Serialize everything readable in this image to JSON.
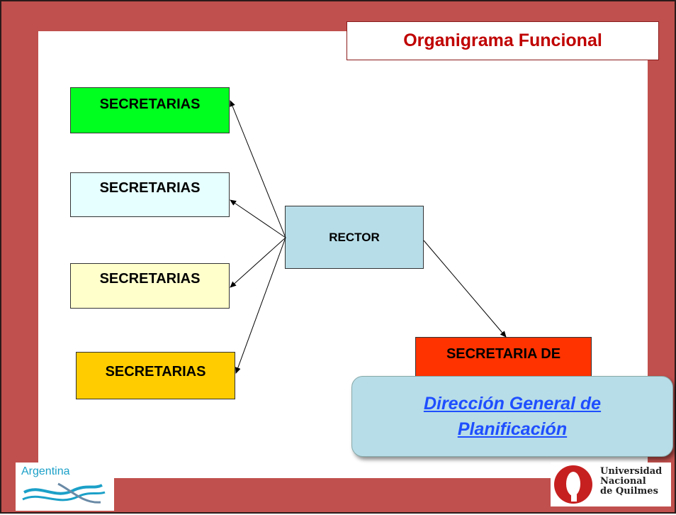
{
  "slide": {
    "title": "Organigrama Funcional"
  },
  "nodes": {
    "secretarias_1": "SECRETARIAS",
    "secretarias_2": "SECRETARIAS",
    "secretarias_3": "SECRETARIAS",
    "secretarias_4": "SECRETARIAS",
    "rector": "RECTOR",
    "secretaria_de": "SECRETARIA DE"
  },
  "callout": {
    "line1": "Dirección General de",
    "line2": "Planificación"
  },
  "logos": {
    "argentina": "Argentina",
    "unq_line1": "Universidad",
    "unq_line2": "Nacional",
    "unq_line3": "de Quilmes"
  },
  "colors": {
    "background": "#c0504d",
    "title_text": "#c00000",
    "sec1": "#00ff1f",
    "sec2": "#e6ffff",
    "sec3": "#ffffcc",
    "sec4": "#ffcc00",
    "rector": "#b7dde8",
    "secretaria_de": "#ff3300",
    "callout_text": "#1f4fff"
  }
}
